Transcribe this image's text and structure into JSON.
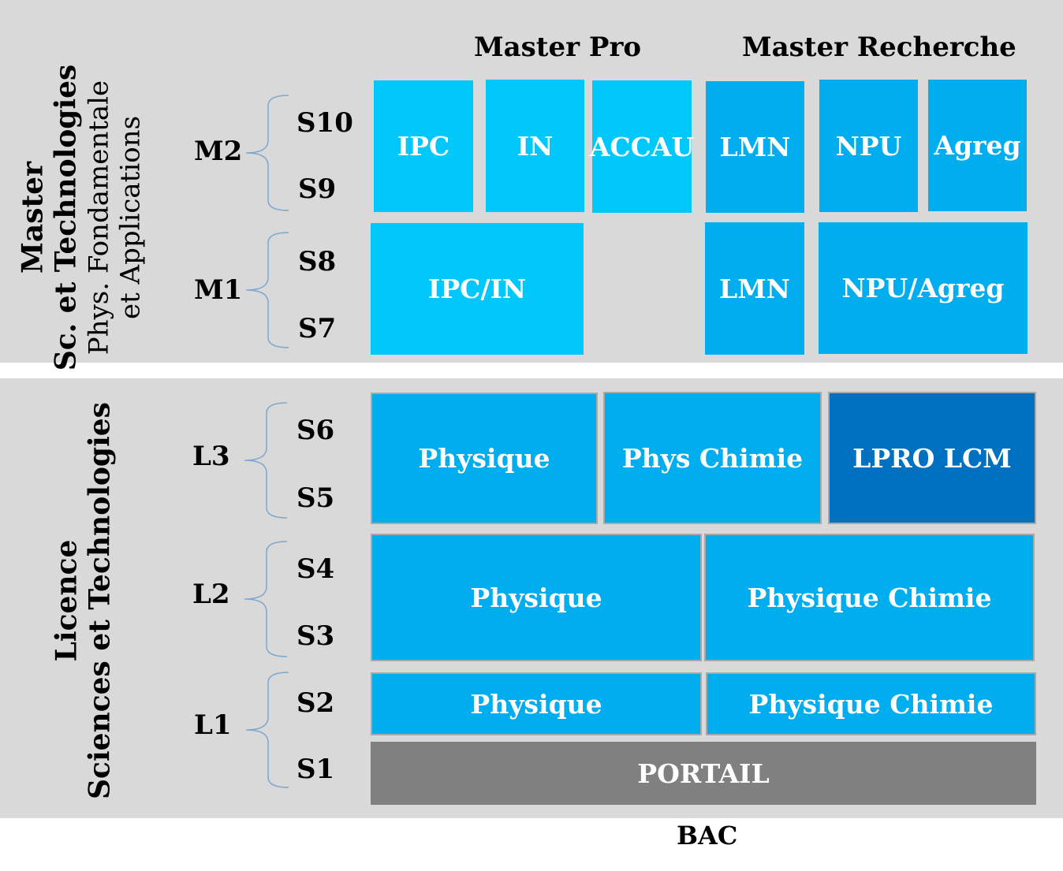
{
  "master": {
    "vertical_label": [
      "Master",
      "Sc. et Technologies"
    ],
    "vertical_sublabel": [
      "Phys. Fondamentale",
      "et Applications"
    ],
    "header_pro": "Master Pro",
    "header_recherche": "Master Recherche",
    "years": [
      {
        "label": "M2",
        "semesters": [
          "S10",
          "S9"
        ]
      },
      {
        "label": "M1",
        "semesters": [
          "S8",
          "S7"
        ]
      }
    ],
    "m2_boxes": [
      "IPC",
      "IN",
      "ACCAU",
      "LMN",
      "NPU",
      "Agreg"
    ],
    "m1_boxes": [
      "IPC/IN",
      "LMN",
      "NPU/Agreg"
    ]
  },
  "licence": {
    "vertical_label": [
      "Licence",
      "Sciences et Technologies"
    ],
    "years": [
      {
        "label": "L3",
        "semesters": [
          "S6",
          "S5"
        ]
      },
      {
        "label": "L2",
        "semesters": [
          "S4",
          "S3"
        ]
      },
      {
        "label": "L1",
        "semesters": [
          "S2",
          "S1"
        ]
      }
    ],
    "l3_boxes": [
      "Physique",
      "Phys Chimie",
      "LPRO LCM"
    ],
    "l2_boxes": [
      "Physique",
      "Physique Chimie"
    ],
    "l1_boxes": [
      "Physique",
      "Physique Chimie"
    ],
    "portail": "PORTAIL"
  },
  "bac": "BAC",
  "colors": {
    "band": "#d9d9d9",
    "master_pro": "#00c8fa",
    "master_recherche": "#00aeef",
    "licence": "#00aeef",
    "lpro": "#0070c0",
    "portail": "#808080",
    "brace": "#7da7cf"
  }
}
